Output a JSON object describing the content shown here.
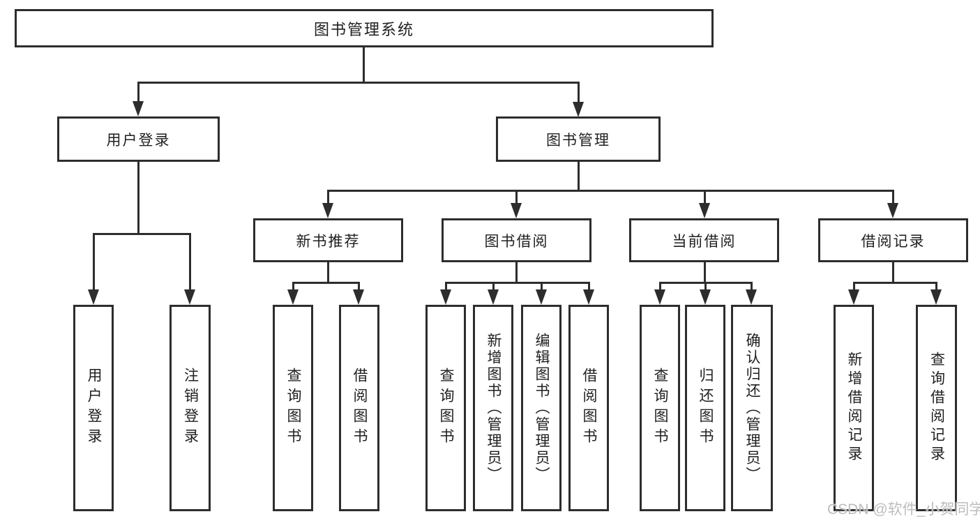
{
  "diagram": {
    "title": "图书管理系统",
    "root": {
      "label": "图书管理系统"
    },
    "level2": {
      "user_login": {
        "label": "用户登录"
      },
      "book_management": {
        "label": "图书管理"
      }
    },
    "level3": {
      "new_book_recommend": {
        "label": "新书推荐"
      },
      "book_borrowing": {
        "label": "图书借阅"
      },
      "current_borrowing": {
        "label": "当前借阅"
      },
      "borrowing_records": {
        "label": "借阅记录"
      }
    },
    "leaves": {
      "user_login": {
        "label": "用户登录",
        "parent": "用户登录"
      },
      "logout": {
        "label": "注销登录",
        "parent": "用户登录"
      },
      "query_book_recommend": {
        "label": "查询图书",
        "parent": "新书推荐"
      },
      "borrow_book_recommend": {
        "label": "借阅图书",
        "parent": "新书推荐"
      },
      "query_book_borrowing": {
        "label": "查询图书",
        "parent": "图书借阅"
      },
      "add_book_admin": {
        "label": "新增图书（管理员）",
        "parent": "图书借阅"
      },
      "edit_book_admin": {
        "label": "编辑图书（管理员）",
        "parent": "图书借阅"
      },
      "borrow_book_borrowing": {
        "label": "借阅图书",
        "parent": "图书借阅"
      },
      "query_book_current": {
        "label": "查询图书",
        "parent": "当前借阅"
      },
      "return_book": {
        "label": "归还图书",
        "parent": "当前借阅"
      },
      "confirm_return_admin": {
        "label": "确认归还（管理员）",
        "parent": "当前借阅"
      },
      "add_borrow_record": {
        "label": "新增借阅记录",
        "parent": "借阅记录"
      },
      "query_borrow_record": {
        "label": "查询借阅记录",
        "parent": "借阅记录"
      }
    }
  },
  "watermark": "CSDN @软件_小贺同学",
  "colors": {
    "line": "#2d2d2d",
    "text": "#1f1f1f",
    "watermark": "#bdbdbd",
    "background": "#ffffff"
  }
}
